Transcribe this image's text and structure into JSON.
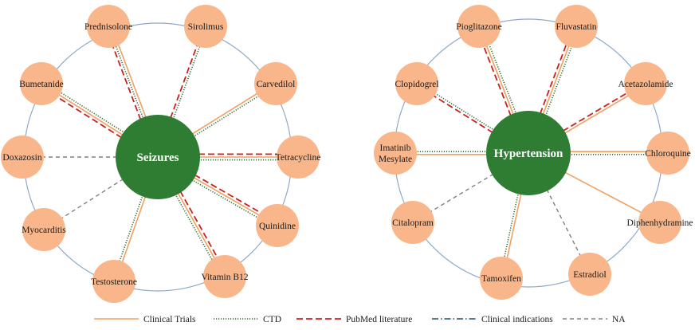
{
  "colors": {
    "ring": "#8ea9c8",
    "node_fill": "#f9b68a",
    "hub_fill": "#2e7d32",
    "clinical_trials": "#f0a060",
    "ctd": "#2e6b2e",
    "pubmed": "#cc1f1f",
    "clinical_indications": "#1f4e6b",
    "na": "#808080"
  },
  "legend": [
    {
      "key": "clinical_trials",
      "label": "Clinical   Trials",
      "style": "solid"
    },
    {
      "key": "ctd",
      "label": "CTD",
      "style": "dotted"
    },
    {
      "key": "pubmed",
      "label": "PubMed literature",
      "style": "dashed"
    },
    {
      "key": "clinical_indications",
      "label": "Clinical   indications",
      "style": "dashdot"
    },
    {
      "key": "na",
      "label": "NA",
      "style": "greydash"
    }
  ],
  "networks": [
    {
      "hub": "Seizures",
      "nodes": [
        {
          "label": "Prednisolone",
          "edges": [
            "pubmed",
            "ctd",
            "clinical_trials"
          ]
        },
        {
          "label": "Sirolimus",
          "edges": [
            "pubmed",
            "ctd"
          ]
        },
        {
          "label": "Carvedilol",
          "edges": [
            "clinical_trials",
            "ctd"
          ]
        },
        {
          "label": "Tetracycline",
          "edges": [
            "pubmed",
            "clinical_trials",
            "ctd"
          ]
        },
        {
          "label": "Quinidine",
          "edges": [
            "pubmed",
            "clinical_trials",
            "ctd"
          ]
        },
        {
          "label": "Vitamin  B12",
          "edges": [
            "pubmed",
            "clinical_trials",
            "ctd"
          ]
        },
        {
          "label": "Testosterone",
          "edges": [
            "clinical_trials",
            "ctd"
          ]
        },
        {
          "label": "Myocarditis",
          "edges": [
            "na"
          ]
        },
        {
          "label": "Doxazosin",
          "edges": [
            "na"
          ]
        },
        {
          "label": "Bumetanide",
          "edges": [
            "pubmed",
            "clinical_trials",
            "ctd"
          ]
        }
      ]
    },
    {
      "hub": "Hypertension",
      "nodes": [
        {
          "label": "Pioglitazone",
          "edges": [
            "pubmed",
            "clinical_trials",
            "ctd"
          ]
        },
        {
          "label": "Fluvastatin",
          "edges": [
            "pubmed",
            "clinical_trials",
            "ctd"
          ]
        },
        {
          "label": "Acetazolamide",
          "edges": [
            "pubmed",
            "clinical_trials"
          ]
        },
        {
          "label": "Chloroquine",
          "edges": [
            "clinical_trials",
            "ctd"
          ]
        },
        {
          "label": "Diphenhydramine",
          "edges": [
            "clinical_trials"
          ]
        },
        {
          "label": "Estradiol",
          "edges": [
            "na"
          ]
        },
        {
          "label": "Tamoxifen",
          "edges": [
            "clinical_trials",
            "ctd"
          ]
        },
        {
          "label": "Citalopram",
          "edges": [
            "na"
          ]
        },
        {
          "label": "Imatinib\nMesylate",
          "edges": [
            "clinical_trials",
            "ctd"
          ]
        },
        {
          "label": "Clopidogrel",
          "edges": [
            "pubmed",
            "ctd"
          ]
        }
      ]
    }
  ]
}
